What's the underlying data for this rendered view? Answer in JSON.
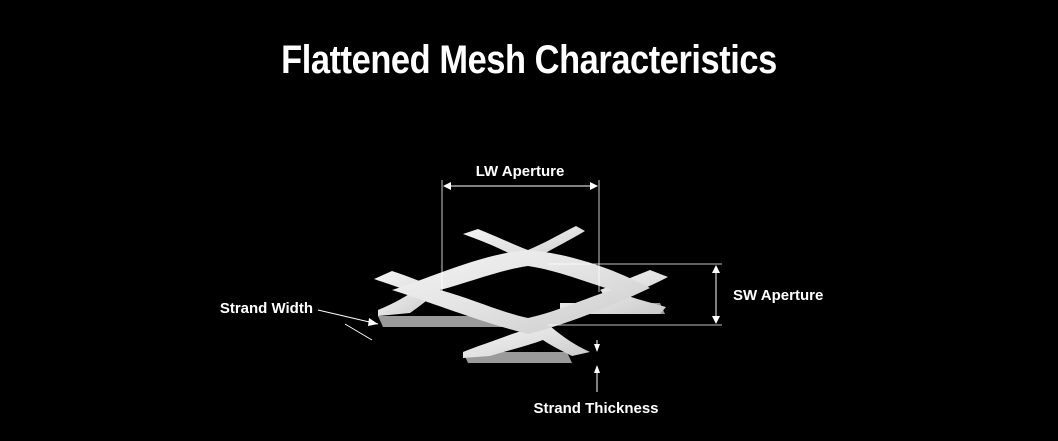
{
  "title": "Flattened Mesh Characteristics",
  "labels": {
    "lw_aperture": "LW Aperture",
    "sw_aperture": "SW Aperture",
    "strand_width": "Strand Width",
    "strand_thickness": "Strand Thickness"
  },
  "colors": {
    "background": "#000000",
    "text": "#ffffff",
    "mesh_top": "#e9e9e9",
    "mesh_side": "#9a9a9a",
    "dimension_line": "#ffffff"
  }
}
